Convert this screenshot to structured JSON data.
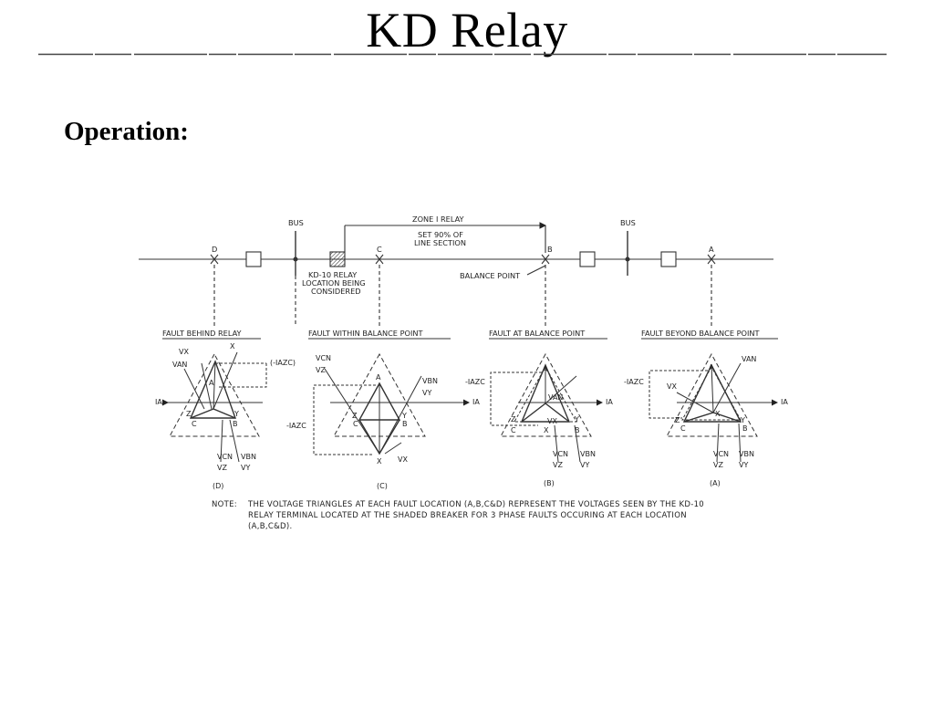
{
  "slide": {
    "title": "KD Relay",
    "heading": "Operation:"
  },
  "diagram": {
    "zone_label": "ZONE I RELAY",
    "zone_setting": [
      "SET 90% OF",
      "LINE SECTION"
    ],
    "bus_label": "BUS",
    "relay_location": [
      "KD-10 RELAY",
      "LOCATION BEING",
      "CONSIDERED"
    ],
    "balance_point_label": "BALANCE POINT",
    "fault_points": [
      "D",
      "C",
      "B",
      "A"
    ],
    "panel_titles": [
      "FAULT BEHIND RELAY",
      "FAULT WITHIN BALANCE POINT",
      "FAULT AT BALANCE POINT",
      "FAULT BEYOND BALANCE POINT"
    ],
    "panel_captions": [
      "(D)",
      "(C)",
      "(B)",
      "(A)"
    ],
    "vertex_labels": {
      "a": "A",
      "b": "B",
      "c": "C",
      "x": "X",
      "y": "Y",
      "z": "Z"
    },
    "voltage_labels": {
      "van": "VAN",
      "vbn": "VBN",
      "vcn": "VCN",
      "vx": "VX",
      "vy": "VY",
      "vz": "VZ",
      "ia": "IA",
      "iazc": "-IAZC",
      "iazc_paren": "(-IAZC)"
    },
    "note_label": "NOTE:",
    "note_text": "THE VOLTAGE TRIANGLES AT EACH FAULT LOCATION (A,B,C&D) REPRESENT THE VOLTAGES SEEN BY THE KD-10 RELAY TERMINAL LOCATED AT THE SHADED BREAKER FOR 3 PHASE FAULTS OCCURING AT EACH LOCATION (A,B,C&D)."
  }
}
